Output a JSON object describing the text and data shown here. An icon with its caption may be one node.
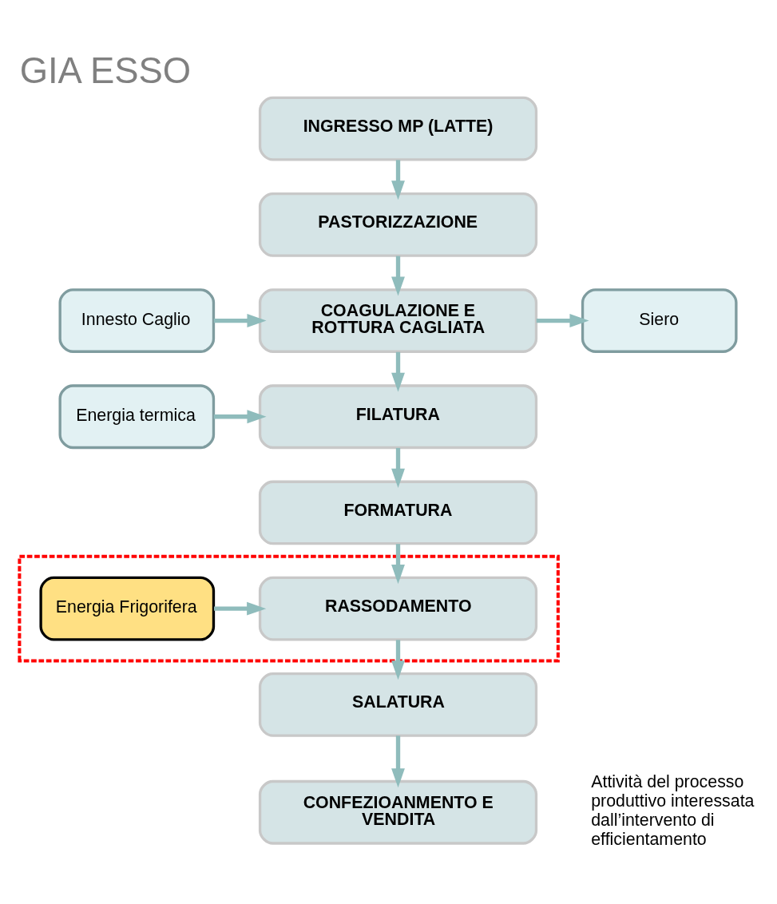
{
  "diagram": {
    "title": "GIA ESSO",
    "nodes": [
      {
        "text": [
          "INGRESSO MP (LATTE)"
        ]
      },
      {
        "text": [
          "PASTORIZZAZIONE"
        ]
      },
      {
        "text": [
          "Innesto Caglio"
        ]
      },
      {
        "text": [
          "COAGULAZIONE E ROTTURA CAGLIATA"
        ]
      },
      {
        "text": [
          "Siero"
        ]
      },
      {
        "text": [
          "Energia termica"
        ]
      },
      {
        "text": [
          "FILATURA"
        ]
      },
      {
        "text": [
          "FORMATURA"
        ]
      },
      {
        "text": [],
        "shape": "box"
      },
      {
        "text": [
          "Energia Frigorifera"
        ],
        "in": 8
      },
      {
        "text": [
          "RASSODAMENTO"
        ],
        "in": 8
      },
      {
        "text": [
          "SALATURA"
        ]
      },
      {
        "text": [
          "CONFEZIOANMENTO E VENDITA"
        ]
      }
    ],
    "edges": [
      {
        "from": 0,
        "to": 1,
        "arrow": "to"
      },
      {
        "from": 1,
        "to": 3,
        "arrow": "to"
      },
      {
        "from": 2,
        "to": 3,
        "arrow": "to"
      },
      {
        "from": 3,
        "to": 4,
        "arrow": "to"
      },
      {
        "from": 3,
        "to": 6,
        "arrow": "to"
      },
      {
        "from": 5,
        "to": 6,
        "arrow": "to"
      },
      {
        "from": 6,
        "to": 7,
        "arrow": "to"
      },
      {
        "from": 7,
        "to": 10,
        "arrow": "to"
      },
      {
        "from": 9,
        "to": 10,
        "arrow": "to"
      },
      {
        "from": 10,
        "to": 11,
        "arrow": "to"
      },
      {
        "from": 11,
        "to": 12,
        "arrow": "to"
      }
    ],
    "labels": [
      "Attività del processo produttivo interessata dall’intervento di efficientamento"
    ]
  }
}
